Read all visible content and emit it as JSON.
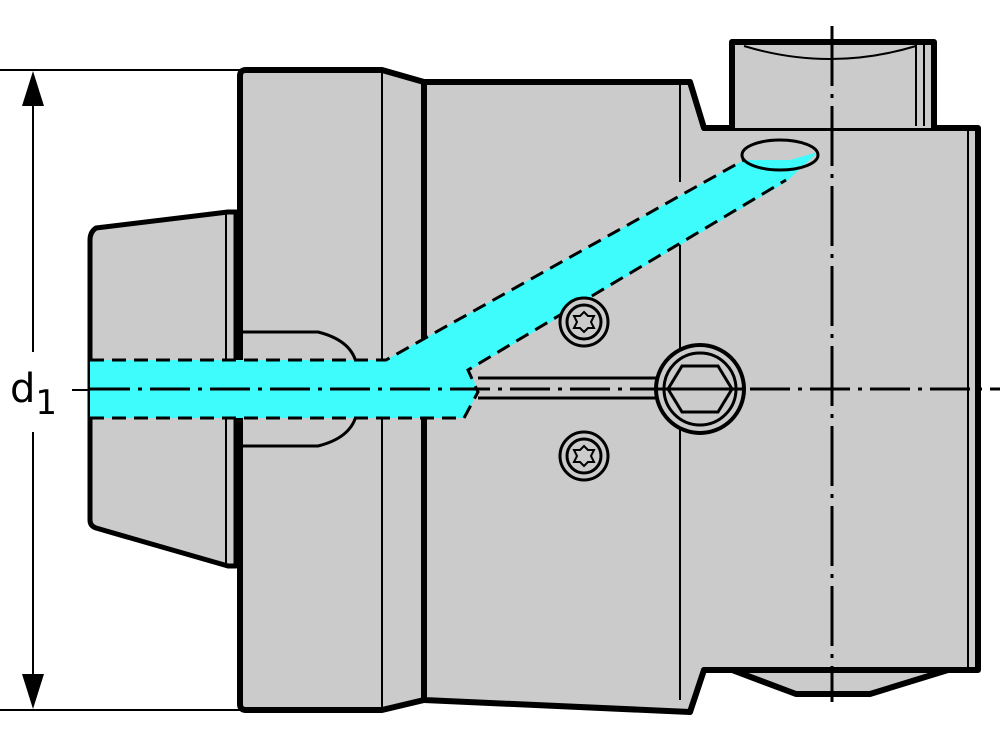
{
  "diagram": {
    "type": "technical-drawing",
    "subject": "tool holder with internal coolant channel",
    "dimension": {
      "symbol": "d",
      "subscript": "1",
      "orientation": "vertical"
    },
    "colors": {
      "body_fill": "#cbcbcb",
      "outline": "#000000",
      "coolant": "#3ffcfc",
      "background": "#ffffff"
    },
    "features": [
      "centerline-horizontal",
      "centerline-vertical",
      "coolant-channel",
      "coolant-outlet-ellipse",
      "clamp-screw-hex-socket",
      "torx-screw-upper",
      "torx-screw-lower",
      "slot",
      "dimension-arrow-d1"
    ]
  }
}
